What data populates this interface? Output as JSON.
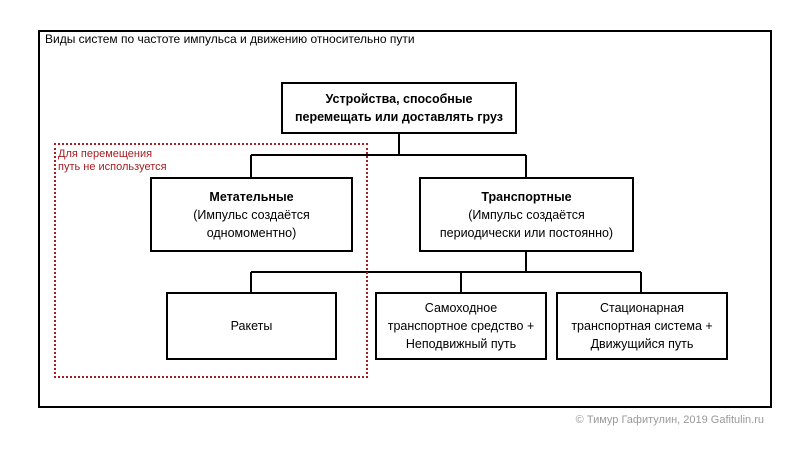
{
  "frame": {
    "title": "Виды систем по частоте импульса и движению относительно пути"
  },
  "note": {
    "line1": "Для перемещения",
    "line2": "путь не используется"
  },
  "boxes": {
    "top": {
      "line1": "Устройства, способные",
      "line2": "перемещать или доставлять груз"
    },
    "throwing": {
      "title": "Метательные",
      "line1": "(Импульс создаётся",
      "line2": "одномоментно)"
    },
    "transport": {
      "title": "Транспортные",
      "line1": "(Импульс создаётся",
      "line2": "периодически или постоянно)"
    },
    "rockets": {
      "label": "Ракеты"
    },
    "self_propelled": {
      "line1": "Самоходное",
      "line2": "транспортное средство +",
      "line3": "Неподвижный путь"
    },
    "stationary": {
      "line1": "Стационарная",
      "line2": "транспортная система +",
      "line3": "Движущийся путь"
    }
  },
  "copyright": "© Тимур Гафитулин, 2019 Gafitulin.ru",
  "colors": {
    "line": "#000000",
    "note_accent": "#a41e22",
    "copyright": "#999999"
  }
}
